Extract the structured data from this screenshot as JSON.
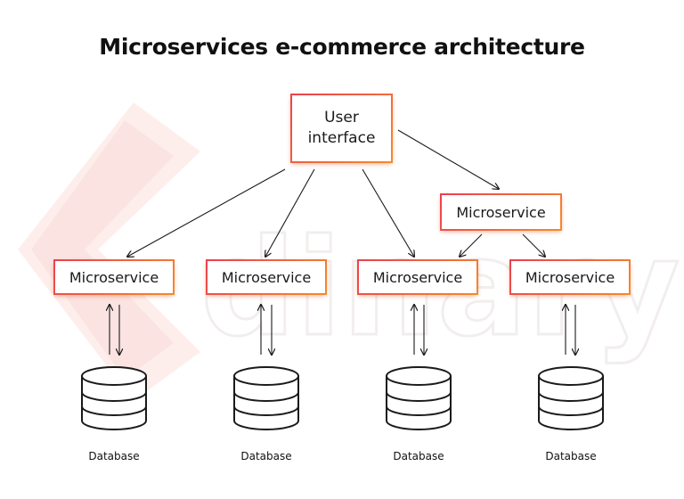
{
  "title": "Microservices e-commerce architecture",
  "nodes": {
    "user_interface": "User\ninterface",
    "secondary_service": "Microservice",
    "services": [
      "Microservice",
      "Microservice",
      "Microservice",
      "Microservice"
    ]
  },
  "databases": [
    "Database",
    "Database",
    "Database",
    "Database"
  ],
  "watermark": "dinarys",
  "colors": {
    "box_border_start": "#ec3f4f",
    "box_border_end": "#f58a2a",
    "line": "#1a1a1a",
    "watermark": "#fbe1df"
  }
}
